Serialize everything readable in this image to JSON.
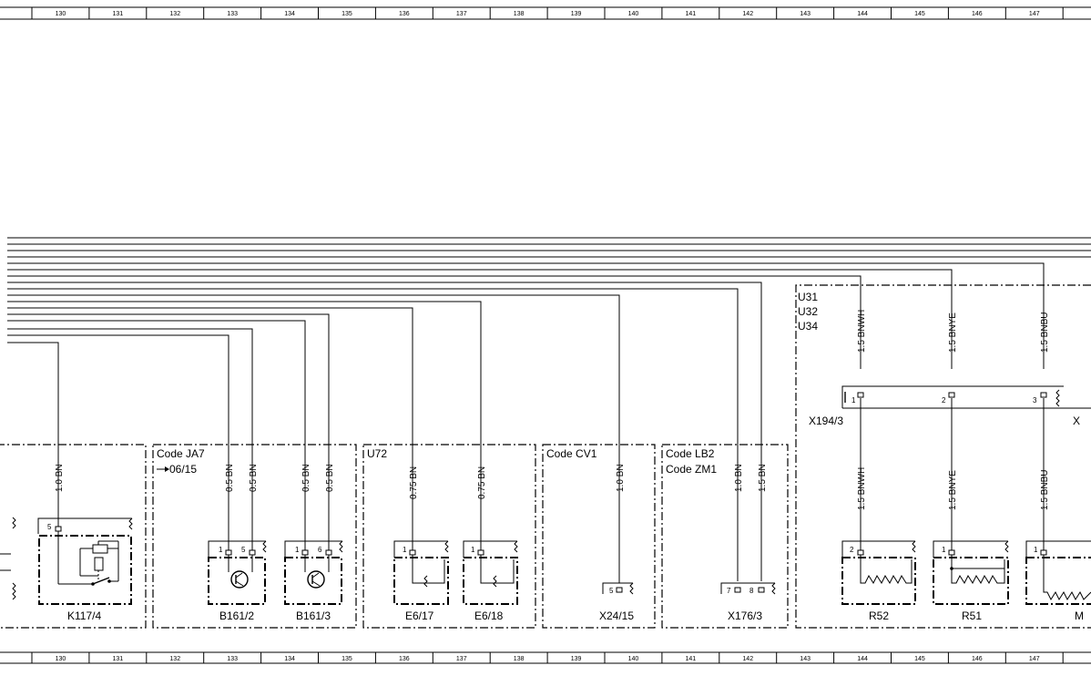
{
  "ruler": {
    "numbers": [
      "130",
      "131",
      "132",
      "133",
      "134",
      "135",
      "136",
      "137",
      "138",
      "139",
      "140",
      "141",
      "142",
      "143",
      "144",
      "145",
      "146",
      "147"
    ]
  },
  "groups": {
    "u31": "U31",
    "u32": "U32",
    "u34": "U34",
    "code_ja7": "Code JA7",
    "date_0615": "06/15",
    "u72": "U72",
    "code_cv1": "Code CV1",
    "code_lb2": "Code LB2",
    "code_zm1": "Code ZM1"
  },
  "components": {
    "k117_4": "K117/4",
    "b161_2": "B161/2",
    "b161_3": "B161/3",
    "e6_17": "E6/17",
    "e6_18": "E6/18",
    "x24_15": "X24/15",
    "x176_3": "X176/3",
    "x194_3": "X194/3",
    "x_cut": "X",
    "r52": "R52",
    "r51": "R51",
    "m_cut": "M"
  },
  "wires": {
    "k117": "1.0 BN",
    "b161_2_a": "0.5 BN",
    "b161_2_b": "0.5 BN",
    "b161_3_a": "0.5 BN",
    "b161_3_b": "0.5 BN",
    "e6_17": "0.75 BN",
    "e6_18": "0.75 BN",
    "x24_15": "1.0 BN",
    "x176_a": "1.0 BN",
    "x176_b": "1.5 BN",
    "bnwh_top": "1.5 BNWH",
    "bnye_top": "1.5 BNYE",
    "bnbu_top": "1.5 BNBU",
    "bnwh_bot": "1.5 BNWH",
    "bnye_bot": "1.5 BNYE",
    "bnbu_bot": "1.5 BNBU"
  },
  "pins": {
    "k117": "5",
    "b161_2_1": "1",
    "b161_2_5": "5",
    "b161_3_1": "1",
    "b161_3_6": "6",
    "e6_17": "1",
    "e6_18": "1",
    "x24_15": "5",
    "x176_7": "7",
    "x176_8": "8",
    "x194_1": "1",
    "x194_2": "2",
    "x194_3": "3",
    "r52": "2",
    "r51": "1",
    "m": "1"
  }
}
